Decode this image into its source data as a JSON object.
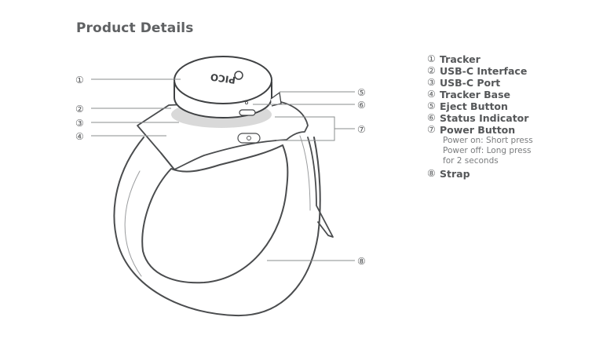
{
  "page": {
    "title": "Product Details"
  },
  "callouts": [
    {
      "num": "①",
      "side": "left"
    },
    {
      "num": "②",
      "side": "left"
    },
    {
      "num": "③",
      "side": "left"
    },
    {
      "num": "④",
      "side": "left"
    },
    {
      "num": "⑤",
      "side": "right"
    },
    {
      "num": "⑥",
      "side": "right"
    },
    {
      "num": "⑦",
      "side": "right"
    },
    {
      "num": "⑧",
      "side": "right"
    }
  ],
  "device": {
    "logo_text": "PICO"
  },
  "legend": {
    "items": [
      {
        "num": "①",
        "label": "Tracker"
      },
      {
        "num": "②",
        "label": "USB-C Interface"
      },
      {
        "num": "③",
        "label": "USB-C Port"
      },
      {
        "num": "④",
        "label": "Tracker Base"
      },
      {
        "num": "⑤",
        "label": "Eject Button"
      },
      {
        "num": "⑥",
        "label": "Status Indicator"
      },
      {
        "num": "⑦",
        "label": "Power Button",
        "desc": [
          "Power on: Short press",
          "Power off: Long press",
          "for 2 seconds"
        ]
      },
      {
        "num": "⑧",
        "label": "Strap"
      }
    ]
  },
  "colors": {
    "line": "#4a4c4e",
    "leader": "#8a8c8e",
    "base_fill": "#d9d9d9",
    "text": "#5f6163"
  }
}
